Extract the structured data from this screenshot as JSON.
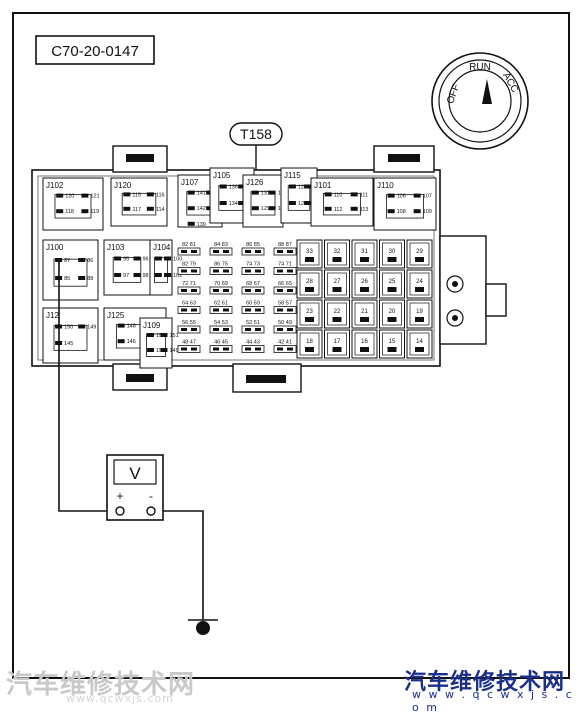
{
  "figure_code": "C70-20-0147",
  "connector_tag": "T158",
  "ignition": {
    "positions": [
      "OFF",
      "RUN",
      "ACC"
    ]
  },
  "voltmeter": {
    "symbol": "V",
    "positive": "+",
    "negative": "-"
  },
  "relays": [
    {
      "id": "J102",
      "pins": [
        "120",
        "121",
        "118",
        "119"
      ]
    },
    {
      "id": "J120",
      "pins": [
        "115",
        "116",
        "117",
        "114"
      ]
    },
    {
      "id": "J107",
      "pins": [
        "141",
        "138",
        "142",
        "140",
        "139"
      ]
    },
    {
      "id": "J105",
      "pins": [
        "136",
        "135",
        "134",
        "133"
      ]
    },
    {
      "id": "J126",
      "pins": [
        "131",
        "130",
        "129",
        "128"
      ]
    },
    {
      "id": "J115",
      "pins": [
        "127",
        "126",
        "125",
        "124"
      ]
    },
    {
      "id": "J101",
      "pins": [
        "110",
        "111",
        "112",
        "113"
      ]
    },
    {
      "id": "J110",
      "pins": [
        "106",
        "107",
        "108",
        "109"
      ]
    },
    {
      "id": "J100",
      "pins": [
        "87",
        "86",
        "85",
        "88"
      ]
    },
    {
      "id": "J103",
      "pins": [
        "95",
        "96",
        "97",
        "98"
      ]
    },
    {
      "id": "J104",
      "pins": [
        "99",
        "100",
        "101",
        "102"
      ]
    },
    {
      "id": "J125",
      "pins": [
        "148",
        "147",
        "146",
        "145"
      ]
    },
    {
      "id": "J109",
      "pins": [
        "152",
        "151",
        "150",
        "149"
      ]
    },
    {
      "id": "J12",
      "pins": [
        "150",
        "149",
        "145"
      ]
    }
  ],
  "fuse_rows": [
    [
      "82 81",
      "84 83",
      "86 85",
      "88 87"
    ],
    [
      "82 79",
      "86 75",
      "74 73",
      "74 71"
    ],
    [
      "72 71",
      "70 69",
      "68 67",
      "66 65"
    ],
    [
      "64 63",
      "62 61",
      "60 59",
      "58 57"
    ],
    [
      "56 55",
      "54 53",
      "52 51",
      "50 49"
    ],
    [
      "48 47",
      "46 45",
      "44 43",
      "42 41"
    ]
  ],
  "maxi_fuses": [
    "33",
    "32",
    "31",
    "30",
    "29",
    "28",
    "27",
    "26",
    "25",
    "24",
    "23",
    "22",
    "21",
    "20",
    "19",
    "18",
    "17",
    "16",
    "15",
    "14"
  ],
  "watermark": {
    "left_text": "汽车维修技术网",
    "left_url": "www.qcwxjs.com",
    "right_text": "汽车维修技术网",
    "right_url": "w w w . q c w x j s . c o m"
  }
}
